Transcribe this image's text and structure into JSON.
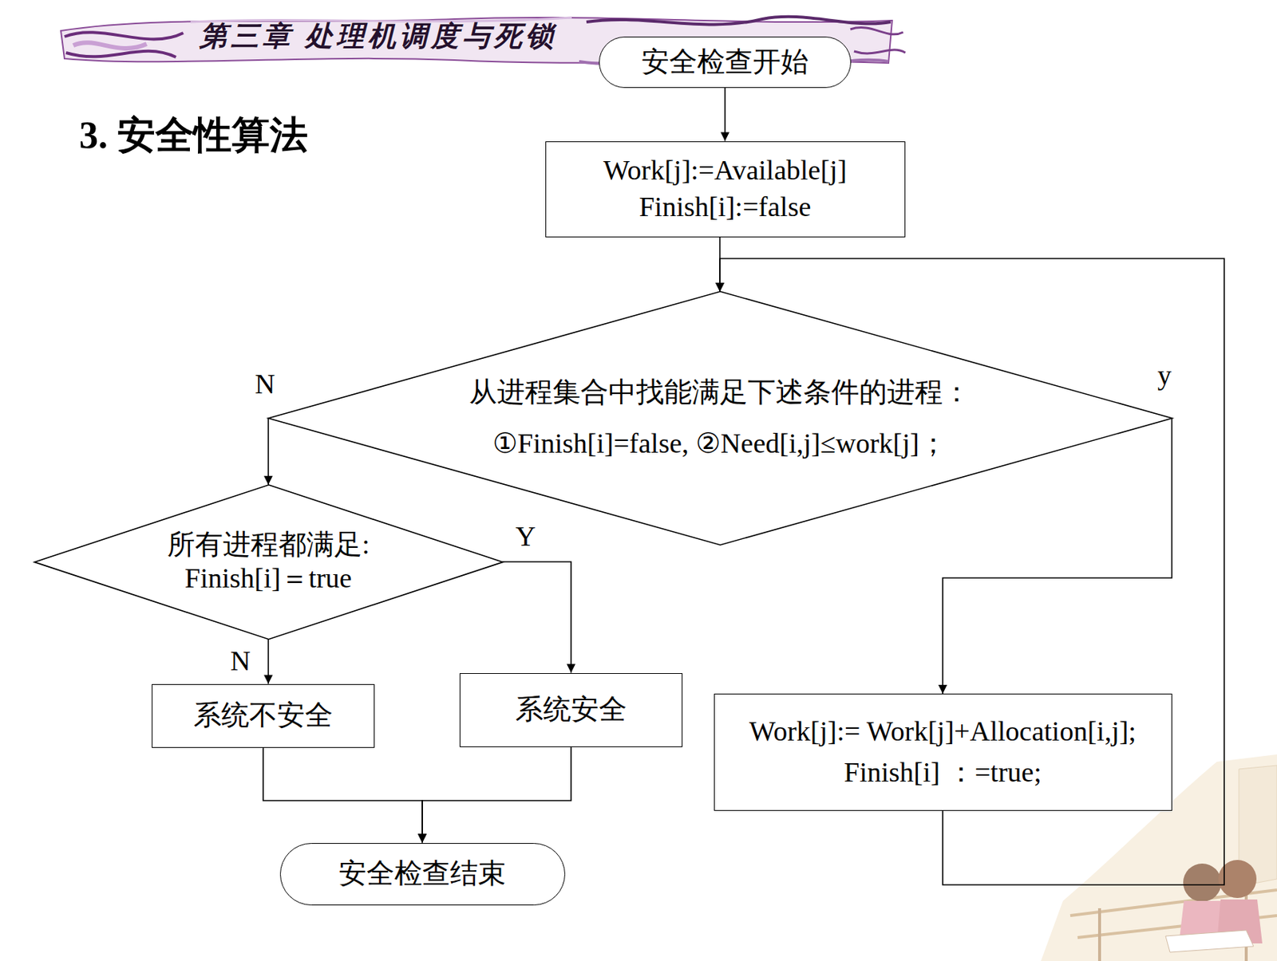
{
  "diagram": {
    "title": "3. 安全性算法",
    "nodes": [
      {
        "text": [
          "安全检查开始"
        ]
      },
      {
        "text": [
          "Work[j]:=Available[j]",
          "Finish[i]:=false"
        ]
      },
      {
        "text": [
          "从进程集合中找能满足下述条件的进程：",
          "①Finish[i]=false, ②Need[i,j]≤work[j]；"
        ]
      },
      {
        "text": [
          "所有进程都满足:",
          "Finish[i]＝true"
        ]
      },
      {
        "text": [
          "Work[j]:= Work[j]+Allocation[i,j];",
          "Finish[i] ：=true;"
        ]
      },
      {
        "text": [
          "系统不安全"
        ]
      },
      {
        "text": [
          "系统安全"
        ]
      },
      {
        "text": [
          "安全检查结束"
        ]
      }
    ],
    "edges": [
      {
        "from": 0,
        "to": 1,
        "arrow": "to"
      },
      {
        "from": 1,
        "to": 2,
        "arrow": "to"
      },
      {
        "from": 2,
        "to": 3,
        "label": "N",
        "arrow": "to"
      },
      {
        "from": 2,
        "to": 4,
        "label": "y",
        "arrow": "to"
      },
      {
        "from": 4,
        "to": 2,
        "arrow": "to"
      },
      {
        "from": 3,
        "to": 5,
        "label": "N",
        "arrow": "to"
      },
      {
        "from": 3,
        "to": 6,
        "label": "Y",
        "arrow": "to"
      },
      {
        "from": 5,
        "to": 7,
        "arrow": "to"
      },
      {
        "from": 6,
        "to": 7,
        "arrow": "to"
      }
    ],
    "labels": [
      "第三章 处理机调度与死锁"
    ]
  }
}
